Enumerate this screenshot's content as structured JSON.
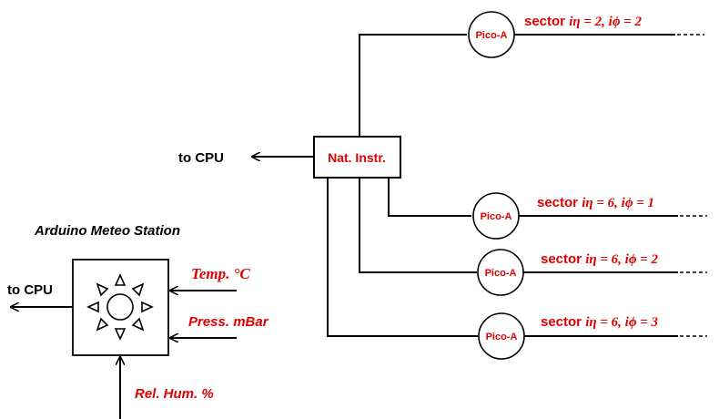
{
  "daq_box": {
    "label": "Nat. Instr."
  },
  "to_cpu_top": "to CPU",
  "to_cpu_bottom": "to CPU",
  "meteo_title": "Arduino Meteo Station",
  "inputs": {
    "temperature": "Temp. °C",
    "pressure": "Press. mBar",
    "humidity": "Rel. Hum. %"
  },
  "picoammeters": [
    {
      "label": "Pico-A",
      "sector_prefix": "sector ",
      "sector_formula": "iη = 2, iϕ = 2"
    },
    {
      "label": "Pico-A",
      "sector_prefix": "sector ",
      "sector_formula": "iη = 6, iϕ = 1"
    },
    {
      "label": "Pico-A",
      "sector_prefix": "sector ",
      "sector_formula": "iη = 6, iϕ = 2"
    },
    {
      "label": "Pico-A",
      "sector_prefix": "sector ",
      "sector_formula": "iη = 6, iϕ = 3"
    }
  ],
  "colors": {
    "accent": "#e00000",
    "lines": "#000000"
  }
}
